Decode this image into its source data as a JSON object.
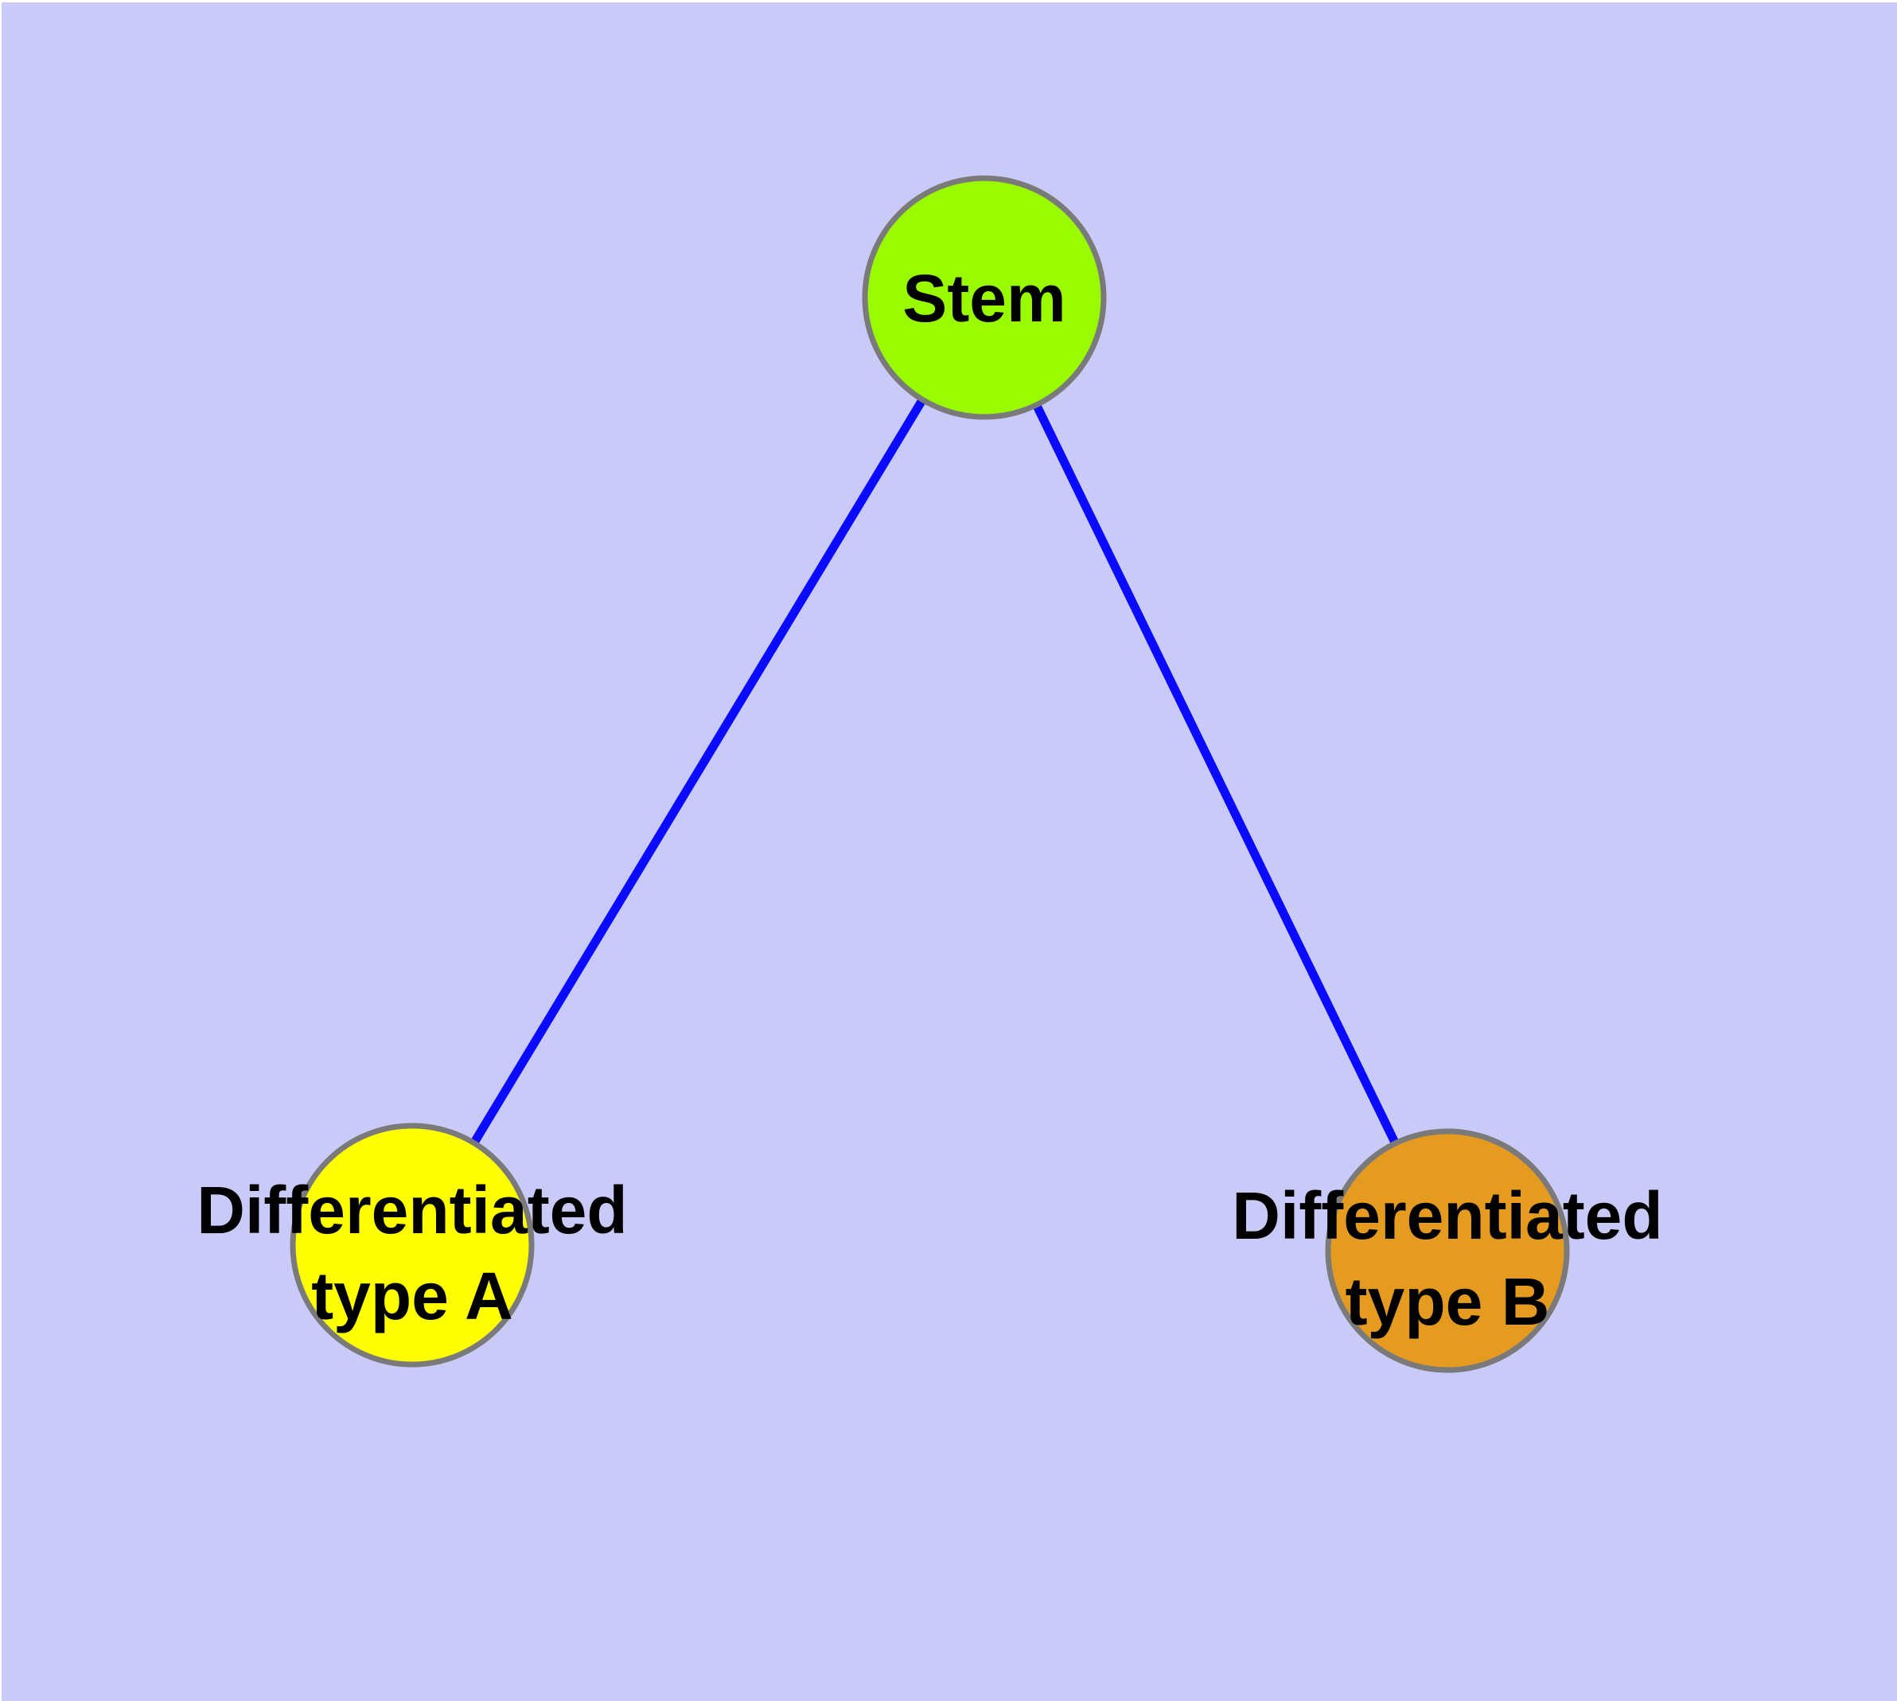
{
  "diagram": {
    "colors": {
      "page_margin": "#ffffff",
      "background": "#cacaf8",
      "edge": "#0a0aff",
      "node_border": "#7a7a7a",
      "label_text": "#000000"
    },
    "nodes": [
      {
        "id": "stem",
        "label": "Stem",
        "line1": "Stem",
        "line2": "",
        "fill": "#9afb00"
      },
      {
        "id": "differentiated-type-a",
        "label": "Differentiated type A",
        "line1": "Differentiated",
        "line2": "type A",
        "fill": "#ffff00"
      },
      {
        "id": "differentiated-type-b",
        "label": "Differentiated type B",
        "line1": "Differentiated",
        "line2": "type B",
        "fill": "#e59a20"
      }
    ],
    "edges": [
      {
        "from": "Stem",
        "to": "Differentiated type A"
      },
      {
        "from": "Stem",
        "to": "Differentiated type B"
      }
    ]
  }
}
